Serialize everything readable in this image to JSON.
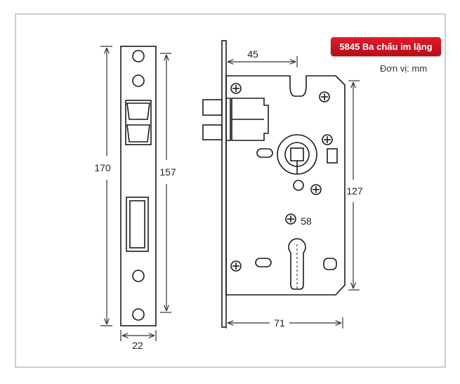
{
  "badge": {
    "label": "5845 Ba chấu im lặng",
    "color": "#cc1424"
  },
  "unit_label": "Đơn vị: mm",
  "dimensions": {
    "faceplate_height": "170",
    "faceplate_hole_spacing": "157",
    "faceplate_width": "22",
    "backset": "45",
    "body_height": "127",
    "centre_distance": "58",
    "body_width": "71"
  }
}
